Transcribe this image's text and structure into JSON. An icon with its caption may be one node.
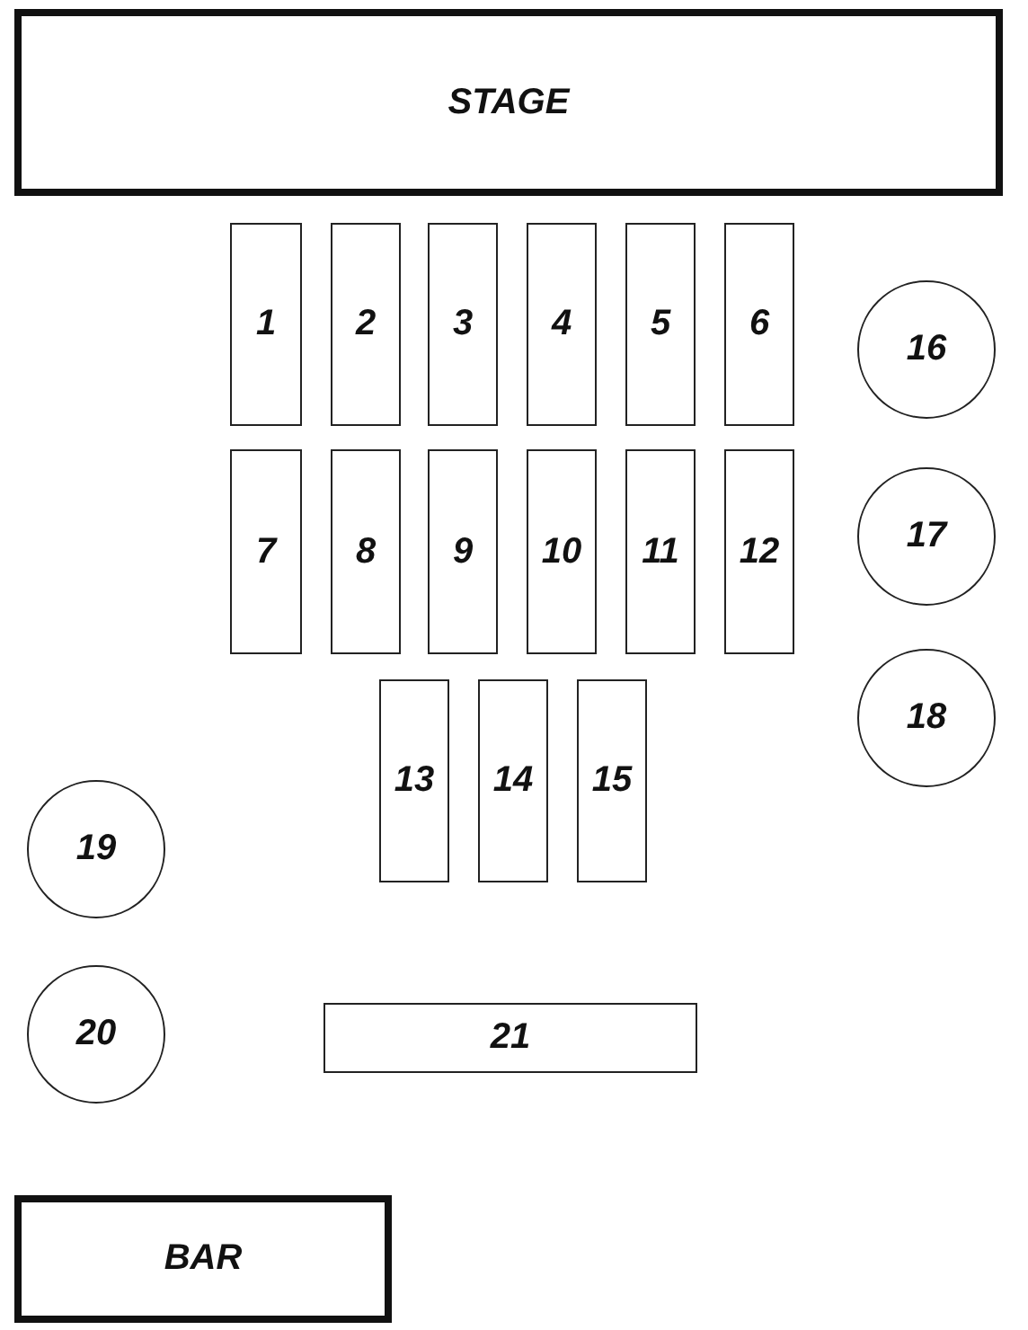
{
  "diagram": {
    "nodes": [
      {
        "text": [
          "STAGE"
        ]
      },
      {
        "text": [
          "1"
        ]
      },
      {
        "text": [
          "2"
        ]
      },
      {
        "text": [
          "3"
        ]
      },
      {
        "text": [
          "4"
        ]
      },
      {
        "text": [
          "5"
        ]
      },
      {
        "text": [
          "6"
        ]
      },
      {
        "text": [
          "16"
        ]
      },
      {
        "text": [
          "7"
        ]
      },
      {
        "text": [
          "8"
        ]
      },
      {
        "text": [
          "9"
        ]
      },
      {
        "text": [
          "10"
        ]
      },
      {
        "text": [
          "11"
        ]
      },
      {
        "text": [
          "12"
        ]
      },
      {
        "text": [
          "17"
        ]
      },
      {
        "text": [
          "18"
        ]
      },
      {
        "text": [
          "13"
        ]
      },
      {
        "text": [
          "14"
        ]
      },
      {
        "text": [
          "15"
        ]
      },
      {
        "text": [
          "19"
        ]
      },
      {
        "text": [
          "20"
        ]
      },
      {
        "text": [
          "21"
        ]
      },
      {
        "text": [
          "BAR"
        ]
      }
    ]
  }
}
